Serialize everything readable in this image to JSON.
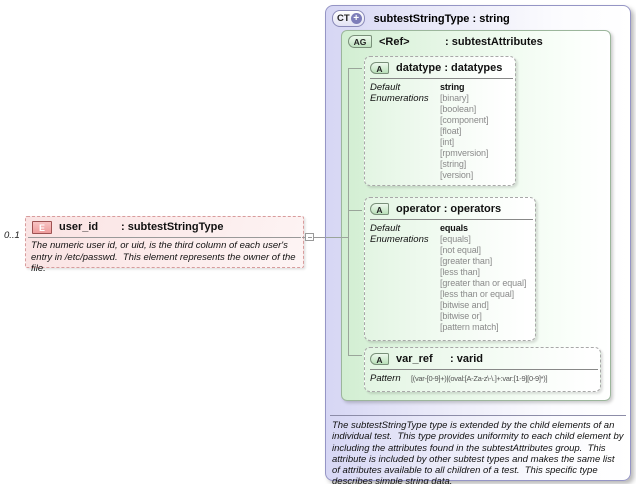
{
  "element": {
    "badge": "E",
    "cardinality": "0..1",
    "name": "user_id",
    "type": ": subtestStringType",
    "annotation": "The numeric user id, or uid, is the third column of each user's entry in /etc/passwd.  This element represents the owner of the file."
  },
  "complex_type": {
    "badge": "CT",
    "badge_plus": "+",
    "title": "subtestStringType : string",
    "annotation": "The subtestStringType type is extended by the child elements of an individual test.  This type provides uniformity to each child element by including the attributes found in the subtestAttributes group.  This attribute is included by other subtest types and makes the same list of attributes available to all children of a test.  This specific type describes simple string data.",
    "attribute_group": {
      "badge": "AG",
      "ref": "<Ref>",
      "type": ": subtestAttributes",
      "attributes": [
        {
          "badge": "A",
          "name": "datatype",
          "type": ": datatypes",
          "default_label": "Default",
          "default_value": "string",
          "enumerations_label": "Enumerations",
          "enumerations": [
            "[binary]",
            "[boolean]",
            "[component]",
            "[float]",
            "[int]",
            "[rpmversion]",
            "[string]",
            "[version]"
          ]
        },
        {
          "badge": "A",
          "name": "operator",
          "type": ": operators",
          "default_label": "Default",
          "default_value": "equals",
          "enumerations_label": "Enumerations",
          "enumerations": [
            "[equals]",
            "[not equal]",
            "[greater than]",
            "[less than]",
            "[greater than or equal]",
            "[less than or equal]",
            "[bitwise and]",
            "[bitwise or]",
            "[pattern match]"
          ]
        },
        {
          "badge": "A",
          "name": "var_ref",
          "type": ": varid",
          "pattern_label": "Pattern",
          "pattern_value": "[(var-[0-9]+)|(oval:[A-Za-z\\-\\.]+:var:[1-9][0-9]*)]"
        }
      ]
    }
  },
  "colors": {
    "element_fill": "#fbe9e9",
    "element_border": "#d89c9c",
    "complex_type_fill": "#d6d6f4",
    "complex_type_border": "#9595c5",
    "attribute_group_fill": "#d2eed2",
    "attribute_fill": "#e3f5e3",
    "connector": "#999999",
    "enum_text": "#8a8a8a"
  }
}
